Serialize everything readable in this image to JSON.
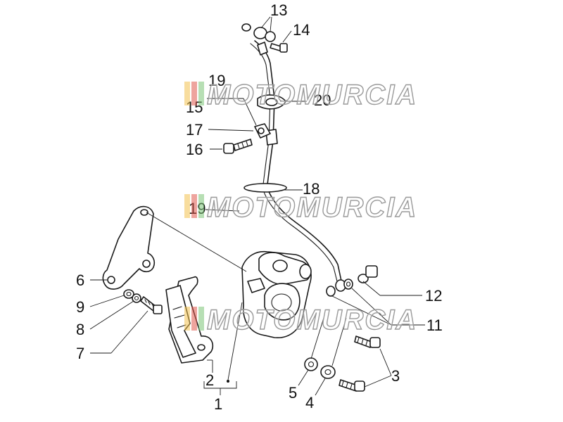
{
  "diagram": {
    "callouts": [
      {
        "id": "1",
        "label": "1"
      },
      {
        "id": "2",
        "label": "2"
      },
      {
        "id": "3",
        "label": "3"
      },
      {
        "id": "4",
        "label": "4"
      },
      {
        "id": "5",
        "label": "5"
      },
      {
        "id": "6",
        "label": "6"
      },
      {
        "id": "7",
        "label": "7"
      },
      {
        "id": "8",
        "label": "8"
      },
      {
        "id": "9",
        "label": "9"
      },
      {
        "id": "11",
        "label": "11"
      },
      {
        "id": "12",
        "label": "12"
      },
      {
        "id": "13",
        "label": "13"
      },
      {
        "id": "14",
        "label": "14"
      },
      {
        "id": "15",
        "label": "15"
      },
      {
        "id": "16",
        "label": "16"
      },
      {
        "id": "17",
        "label": "17"
      },
      {
        "id": "18",
        "label": "18"
      },
      {
        "id": "19",
        "label": "19"
      },
      {
        "id": "20",
        "label": "20"
      }
    ]
  },
  "watermark": {
    "text": "MOTOMURCIA",
    "colors": [
      "#f2c14e",
      "#e05a4f",
      "#7cc576"
    ]
  }
}
